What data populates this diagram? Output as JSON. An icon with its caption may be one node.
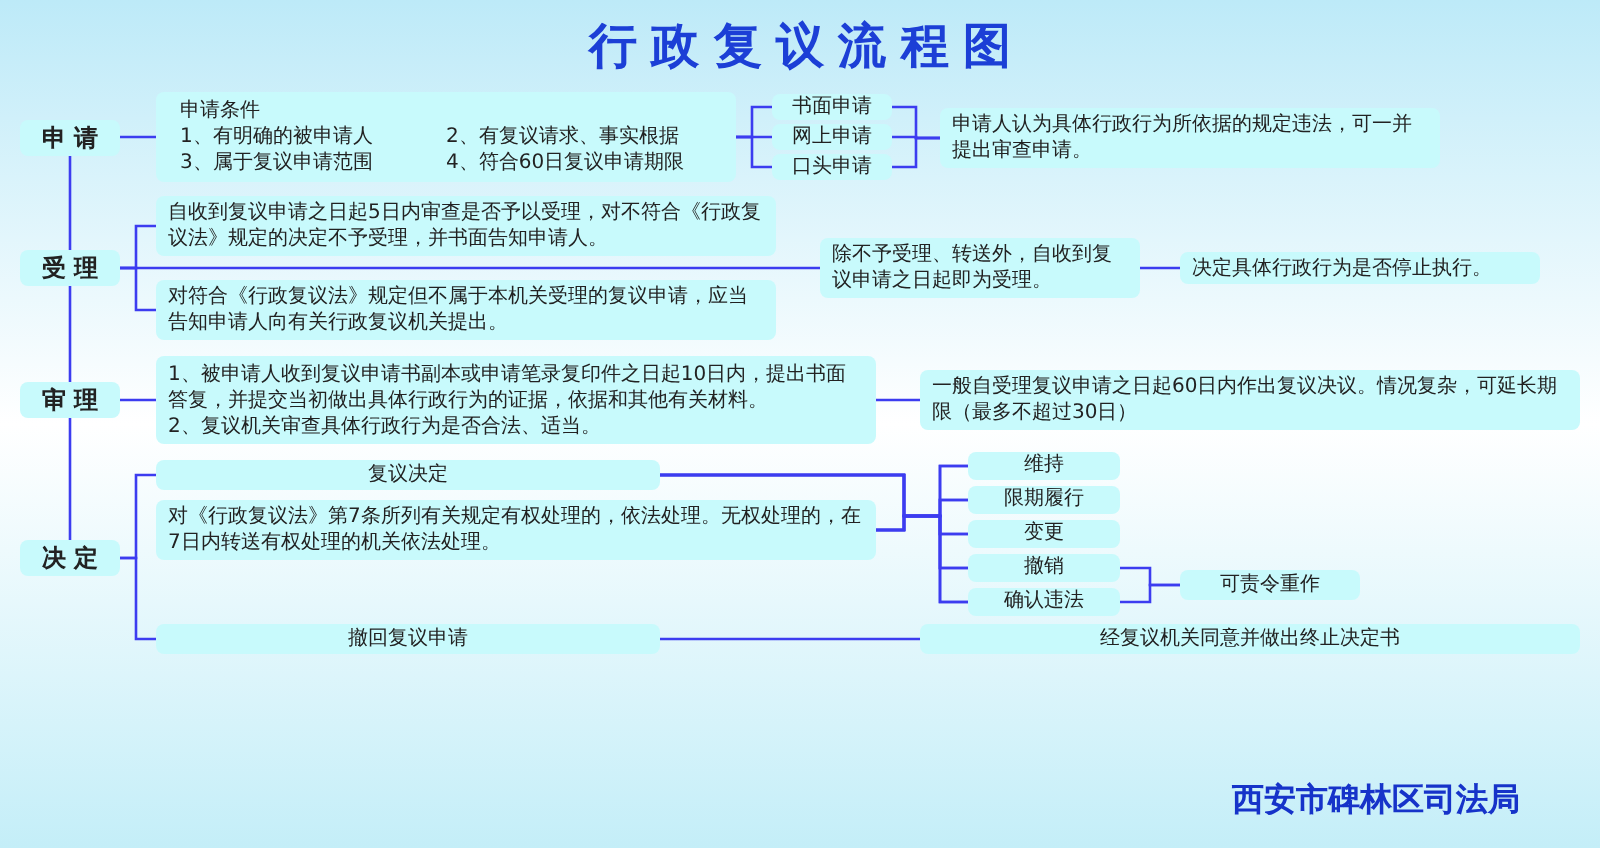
{
  "diagram": {
    "title": "行政复议流程图",
    "nodes": [
      {
        "text": [
          "申请"
        ]
      },
      {
        "text": [
          "申请条件",
          "1、有明确的被申请人",
          "2、有复议请求、事实根据",
          "3、属于复议申请范围",
          "4、符合60日复议申请期限"
        ]
      },
      {
        "text": [
          "书面申请"
        ]
      },
      {
        "text": [
          "网上申请"
        ]
      },
      {
        "text": [
          "口头申请"
        ]
      },
      {
        "text": [
          "申请人认为具体行政行为所依据的规定违法，可一并提出审查申请。"
        ]
      },
      {
        "text": [
          "受理"
        ]
      },
      {
        "text": [
          "自收到复议申请之日起5日内审查是否予以受理，对不符合《行政复议法》规定的决定不予受理，并书面告知申请人。"
        ]
      },
      {
        "text": [
          "除不予受理、转送外，自收到复议申请之日起即为受理。"
        ]
      },
      {
        "text": [
          "决定具体行政行为是否停止执行。"
        ]
      },
      {
        "text": [
          "对符合《行政复议法》规定但不属于本机关受理的复议申请，应当告知申请人向有关行政复议机关提出。"
        ]
      },
      {
        "text": [
          "审理"
        ]
      },
      {
        "text": [
          "1、被申请人收到复议申请书副本或申请笔录复印件之日起10日内，提出书面答复，并提交当初做出具体行政行为的证据，依据和其他有关材料。",
          "2、复议机关审查具体行政行为是否合法、适当。"
        ]
      },
      {
        "text": [
          "一般自受理复议申请之日起60日内作出复议决议。情况复杂，可延长期限（最多不超过30日）"
        ]
      },
      {
        "text": [
          "决定"
        ]
      },
      {
        "text": [
          "复议决定"
        ]
      },
      {
        "text": [
          "对《行政复议法》第7条所列有关规定有权处理的，依法处理。无权处理的，在7日内转送有权处理的机关依法处理。"
        ]
      },
      {
        "text": [
          "撤回复议申请"
        ]
      },
      {
        "text": [
          "维持"
        ]
      },
      {
        "text": [
          "限期履行"
        ]
      },
      {
        "text": [
          "变更"
        ]
      },
      {
        "text": [
          "撤销"
        ]
      },
      {
        "text": [
          "确认违法"
        ]
      },
      {
        "text": [
          "可责令重作"
        ]
      },
      {
        "text": [
          "经复议机关同意并做出终止决定书"
        ]
      }
    ],
    "edges": [
      {
        "from": 0,
        "to": 6,
        "arrow": "none"
      },
      {
        "from": 6,
        "to": 11,
        "arrow": "none"
      },
      {
        "from": 11,
        "to": 14,
        "arrow": "none"
      },
      {
        "from": 0,
        "to": 1,
        "arrow": "none"
      },
      {
        "from": 1,
        "to": 2,
        "arrow": "none"
      },
      {
        "from": 1,
        "to": 3,
        "arrow": "none"
      },
      {
        "from": 1,
        "to": 4,
        "arrow": "none"
      },
      {
        "from": 2,
        "to": 5,
        "arrow": "none"
      },
      {
        "from": 3,
        "to": 5,
        "arrow": "none"
      },
      {
        "from": 4,
        "to": 5,
        "arrow": "none"
      },
      {
        "from": 6,
        "to": 7,
        "arrow": "none"
      },
      {
        "from": 6,
        "to": 8,
        "arrow": "none"
      },
      {
        "from": 6,
        "to": 10,
        "arrow": "none"
      },
      {
        "from": 8,
        "to": 9,
        "arrow": "none"
      },
      {
        "from": 11,
        "to": 12,
        "arrow": "none"
      },
      {
        "from": 12,
        "to": 13,
        "arrow": "none"
      },
      {
        "from": 14,
        "to": 15,
        "arrow": "none"
      },
      {
        "from": 14,
        "to": 17,
        "arrow": "none"
      },
      {
        "from": 15,
        "to": 18,
        "arrow": "none"
      },
      {
        "from": 15,
        "to": 19,
        "arrow": "none"
      },
      {
        "from": 15,
        "to": 20,
        "arrow": "none"
      },
      {
        "from": 15,
        "to": 21,
        "arrow": "none"
      },
      {
        "from": 15,
        "to": 22,
        "arrow": "none"
      },
      {
        "from": 16,
        "to": 18,
        "arrow": "none"
      },
      {
        "from": 16,
        "to": 19,
        "arrow": "none"
      },
      {
        "from": 16,
        "to": 20,
        "arrow": "none"
      },
      {
        "from": 16,
        "to": 21,
        "arrow": "none"
      },
      {
        "from": 16,
        "to": 22,
        "arrow": "none"
      },
      {
        "from": 21,
        "to": 23,
        "arrow": "none"
      },
      {
        "from": 22,
        "to": 23,
        "arrow": "none"
      },
      {
        "from": 17,
        "to": 24,
        "arrow": "none"
      }
    ],
    "labels": [
      "西安市碑林区司法局"
    ]
  }
}
